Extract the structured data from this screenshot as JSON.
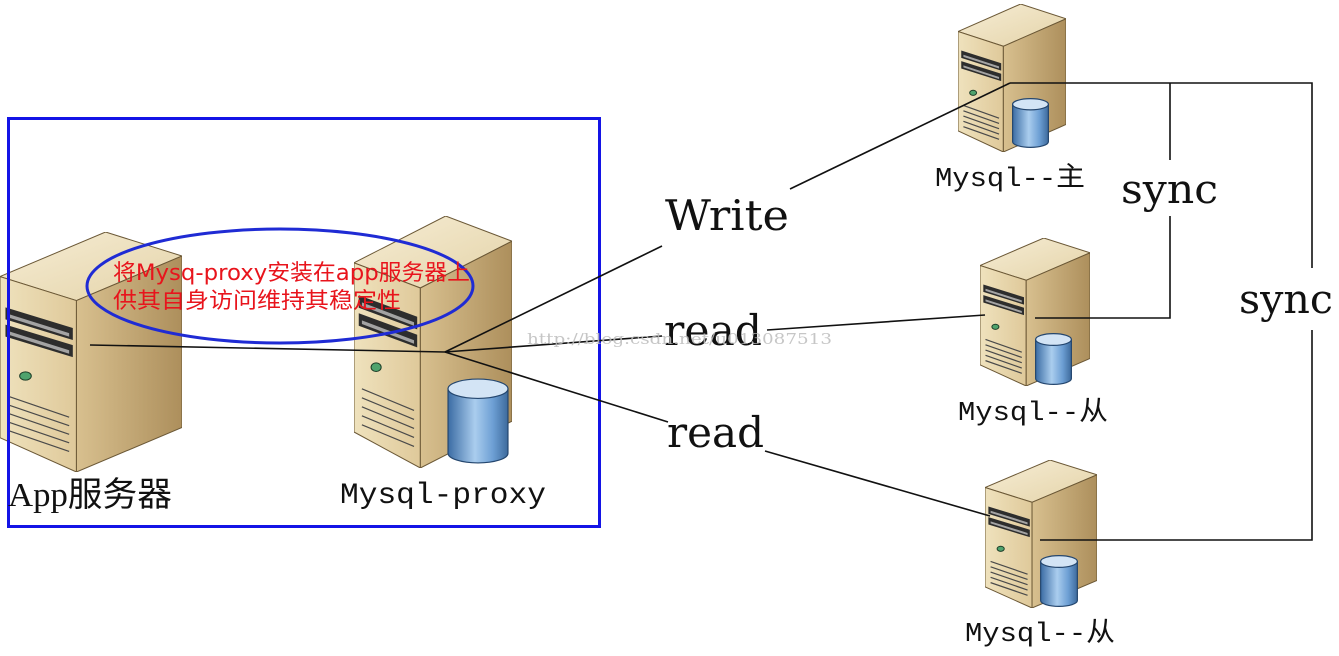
{
  "diagram": {
    "annotation": {
      "line1": "将Mysq-proxy安装在app服务器上",
      "line2": "供其自身访问维持其稳定性"
    },
    "nodes": {
      "app_server": {
        "label": "App服务器",
        "icon": "server-icon"
      },
      "proxy": {
        "label": "Mysql-proxy",
        "icon": "database-server-icon"
      },
      "master": {
        "label": "Mysql--主",
        "icon": "database-server-icon"
      },
      "slave_1": {
        "label": "Mysql--从",
        "icon": "database-server-icon"
      },
      "slave_2": {
        "label": "Mysql--从",
        "icon": "database-server-icon"
      }
    },
    "edges": {
      "write": "Write",
      "read_1": "read",
      "read_2": "read",
      "sync_1": "sync",
      "sync_2": "sync"
    },
    "watermark": "http://blog.csdn.net/u013087513"
  },
  "colors": {
    "frame": "#1414e6",
    "annotation_ellipse": "#1f2bd4",
    "annotation_text": "#e8141c",
    "connector": "#111111",
    "server": "#dfc99a",
    "database": "#6d9fd4",
    "watermark": "#bdbdbd"
  }
}
